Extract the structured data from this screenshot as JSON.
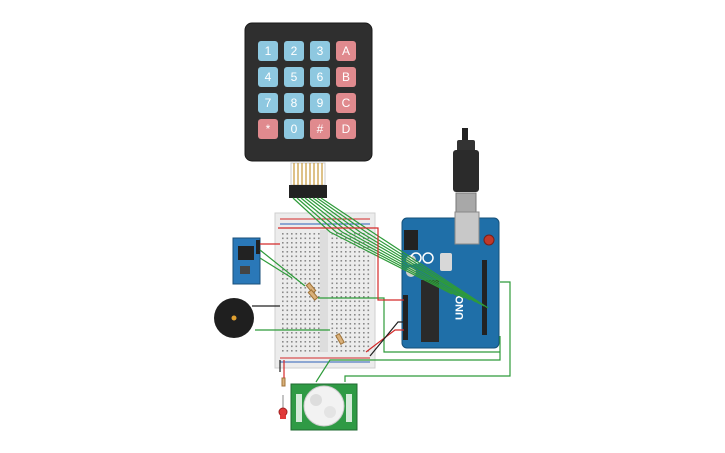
{
  "keypad": {
    "keys": [
      {
        "label": "1",
        "color": "#8ec8e0"
      },
      {
        "label": "2",
        "color": "#8ec8e0"
      },
      {
        "label": "3",
        "color": "#8ec8e0"
      },
      {
        "label": "A",
        "color": "#e08a8e"
      },
      {
        "label": "4",
        "color": "#8ec8e0"
      },
      {
        "label": "5",
        "color": "#8ec8e0"
      },
      {
        "label": "6",
        "color": "#8ec8e0"
      },
      {
        "label": "B",
        "color": "#e08a8e"
      },
      {
        "label": "7",
        "color": "#8ec8e0"
      },
      {
        "label": "8",
        "color": "#8ec8e0"
      },
      {
        "label": "9",
        "color": "#8ec8e0"
      },
      {
        "label": "C",
        "color": "#e08a8e"
      },
      {
        "label": "*",
        "color": "#e08a8e"
      },
      {
        "label": "0",
        "color": "#8ec8e0"
      },
      {
        "label": "#",
        "color": "#e08a8e"
      },
      {
        "label": "D",
        "color": "#e08a8e"
      }
    ]
  },
  "arduino": {
    "board_label": "UNO"
  },
  "colors": {
    "wire_green": "#2e9b3a",
    "wire_red": "#d42a2a",
    "wire_black": "#222222",
    "arduino_blue": "#1f6fa8",
    "keypad_body": "#2f2f2f",
    "sensor_pcb": "#2f9a45"
  }
}
